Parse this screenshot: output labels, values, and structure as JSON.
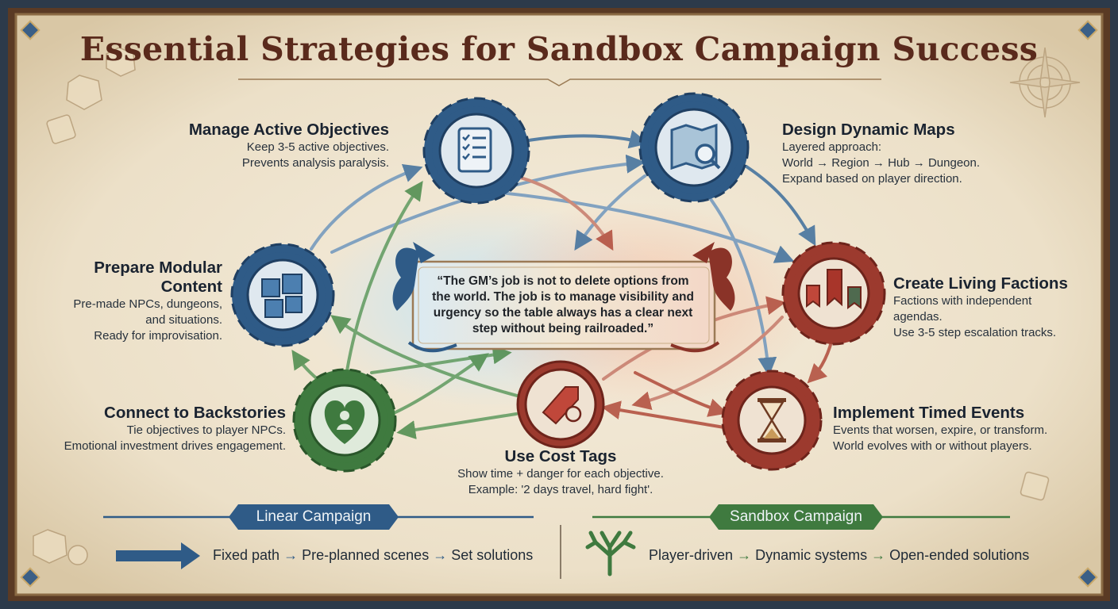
{
  "title": "Essential Strategies for Sandbox Campaign Success",
  "nodes": {
    "objectives": {
      "heading": "Manage Active Objectives",
      "lines": [
        "Keep 3-5 active objectives.",
        "Prevents analysis paralysis."
      ],
      "icon": "scroll-checklist-icon",
      "color": "#2f5b87"
    },
    "maps": {
      "heading": "Design Dynamic Maps",
      "lines": [
        "Layered approach:",
        "World → Region → Hub → Dungeon.",
        "Expand based on player direction."
      ],
      "icon": "map-magnifier-icon",
      "color": "#2f5b87"
    },
    "modular": {
      "heading_lines": [
        "Prepare Modular",
        "Content"
      ],
      "lines": [
        "Pre-made NPCs, dungeons,",
        "and situations.",
        "Ready for improvisation."
      ],
      "icon": "puzzle-icon",
      "color": "#2f5b87"
    },
    "factions": {
      "heading": "Create Living Factions",
      "lines": [
        "Factions with independent agendas.",
        "Use 3-5 step escalation tracks."
      ],
      "icon": "banners-icon",
      "color": "#9c3a2e"
    },
    "backstories": {
      "heading": "Connect to Backstories",
      "lines": [
        "Tie objectives to player NPCs.",
        "Emotional investment drives engagement."
      ],
      "icon": "heart-person-icon",
      "color": "#3f7a3f"
    },
    "cost": {
      "heading": "Use Cost Tags",
      "lines": [
        "Show time + danger for each objective.",
        "Example: '2 days travel, hard fight'."
      ],
      "icon": "price-tag-icon",
      "color": "#9c3a2e"
    },
    "timed": {
      "heading": "Implement Timed Events",
      "lines": [
        "Events that worsen, expire, or transform.",
        "World evolves with or without players."
      ],
      "icon": "hourglass-icon",
      "color": "#9c3a2e"
    }
  },
  "quote": {
    "lines": [
      "“The GM’s job is not to delete options from",
      "the world. The job is to manage visibility and",
      "urgency so the table always has a clear next",
      "step without being railroaded.”"
    ]
  },
  "linear": {
    "label": "Linear Campaign",
    "steps": [
      "Fixed path",
      "Pre-planned scenes",
      "Set solutions"
    ],
    "color": "#2f5b87"
  },
  "sandbox": {
    "label": "Sandbox Campaign",
    "steps": [
      "Player-driven",
      "Dynamic systems",
      "Open-ended solutions"
    ],
    "color": "#3f7a3f"
  }
}
